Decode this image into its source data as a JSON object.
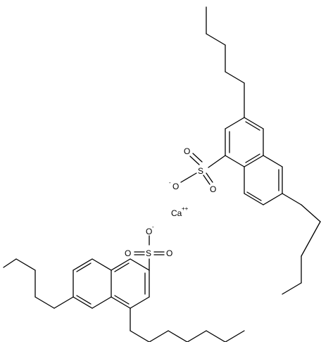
{
  "molecule": {
    "atoms": {
      "s_top": "S",
      "o_top_1": "O",
      "o_top_2": "O",
      "o_top_minus": "O",
      "ca": "Ca",
      "s_bottom": "S",
      "o_bottom_minus": "O",
      "o_bottom_1": "O",
      "o_bottom_2": "O"
    },
    "charges": {
      "top_minus": "-",
      "ca": "++",
      "bottom_minus": "-"
    }
  }
}
